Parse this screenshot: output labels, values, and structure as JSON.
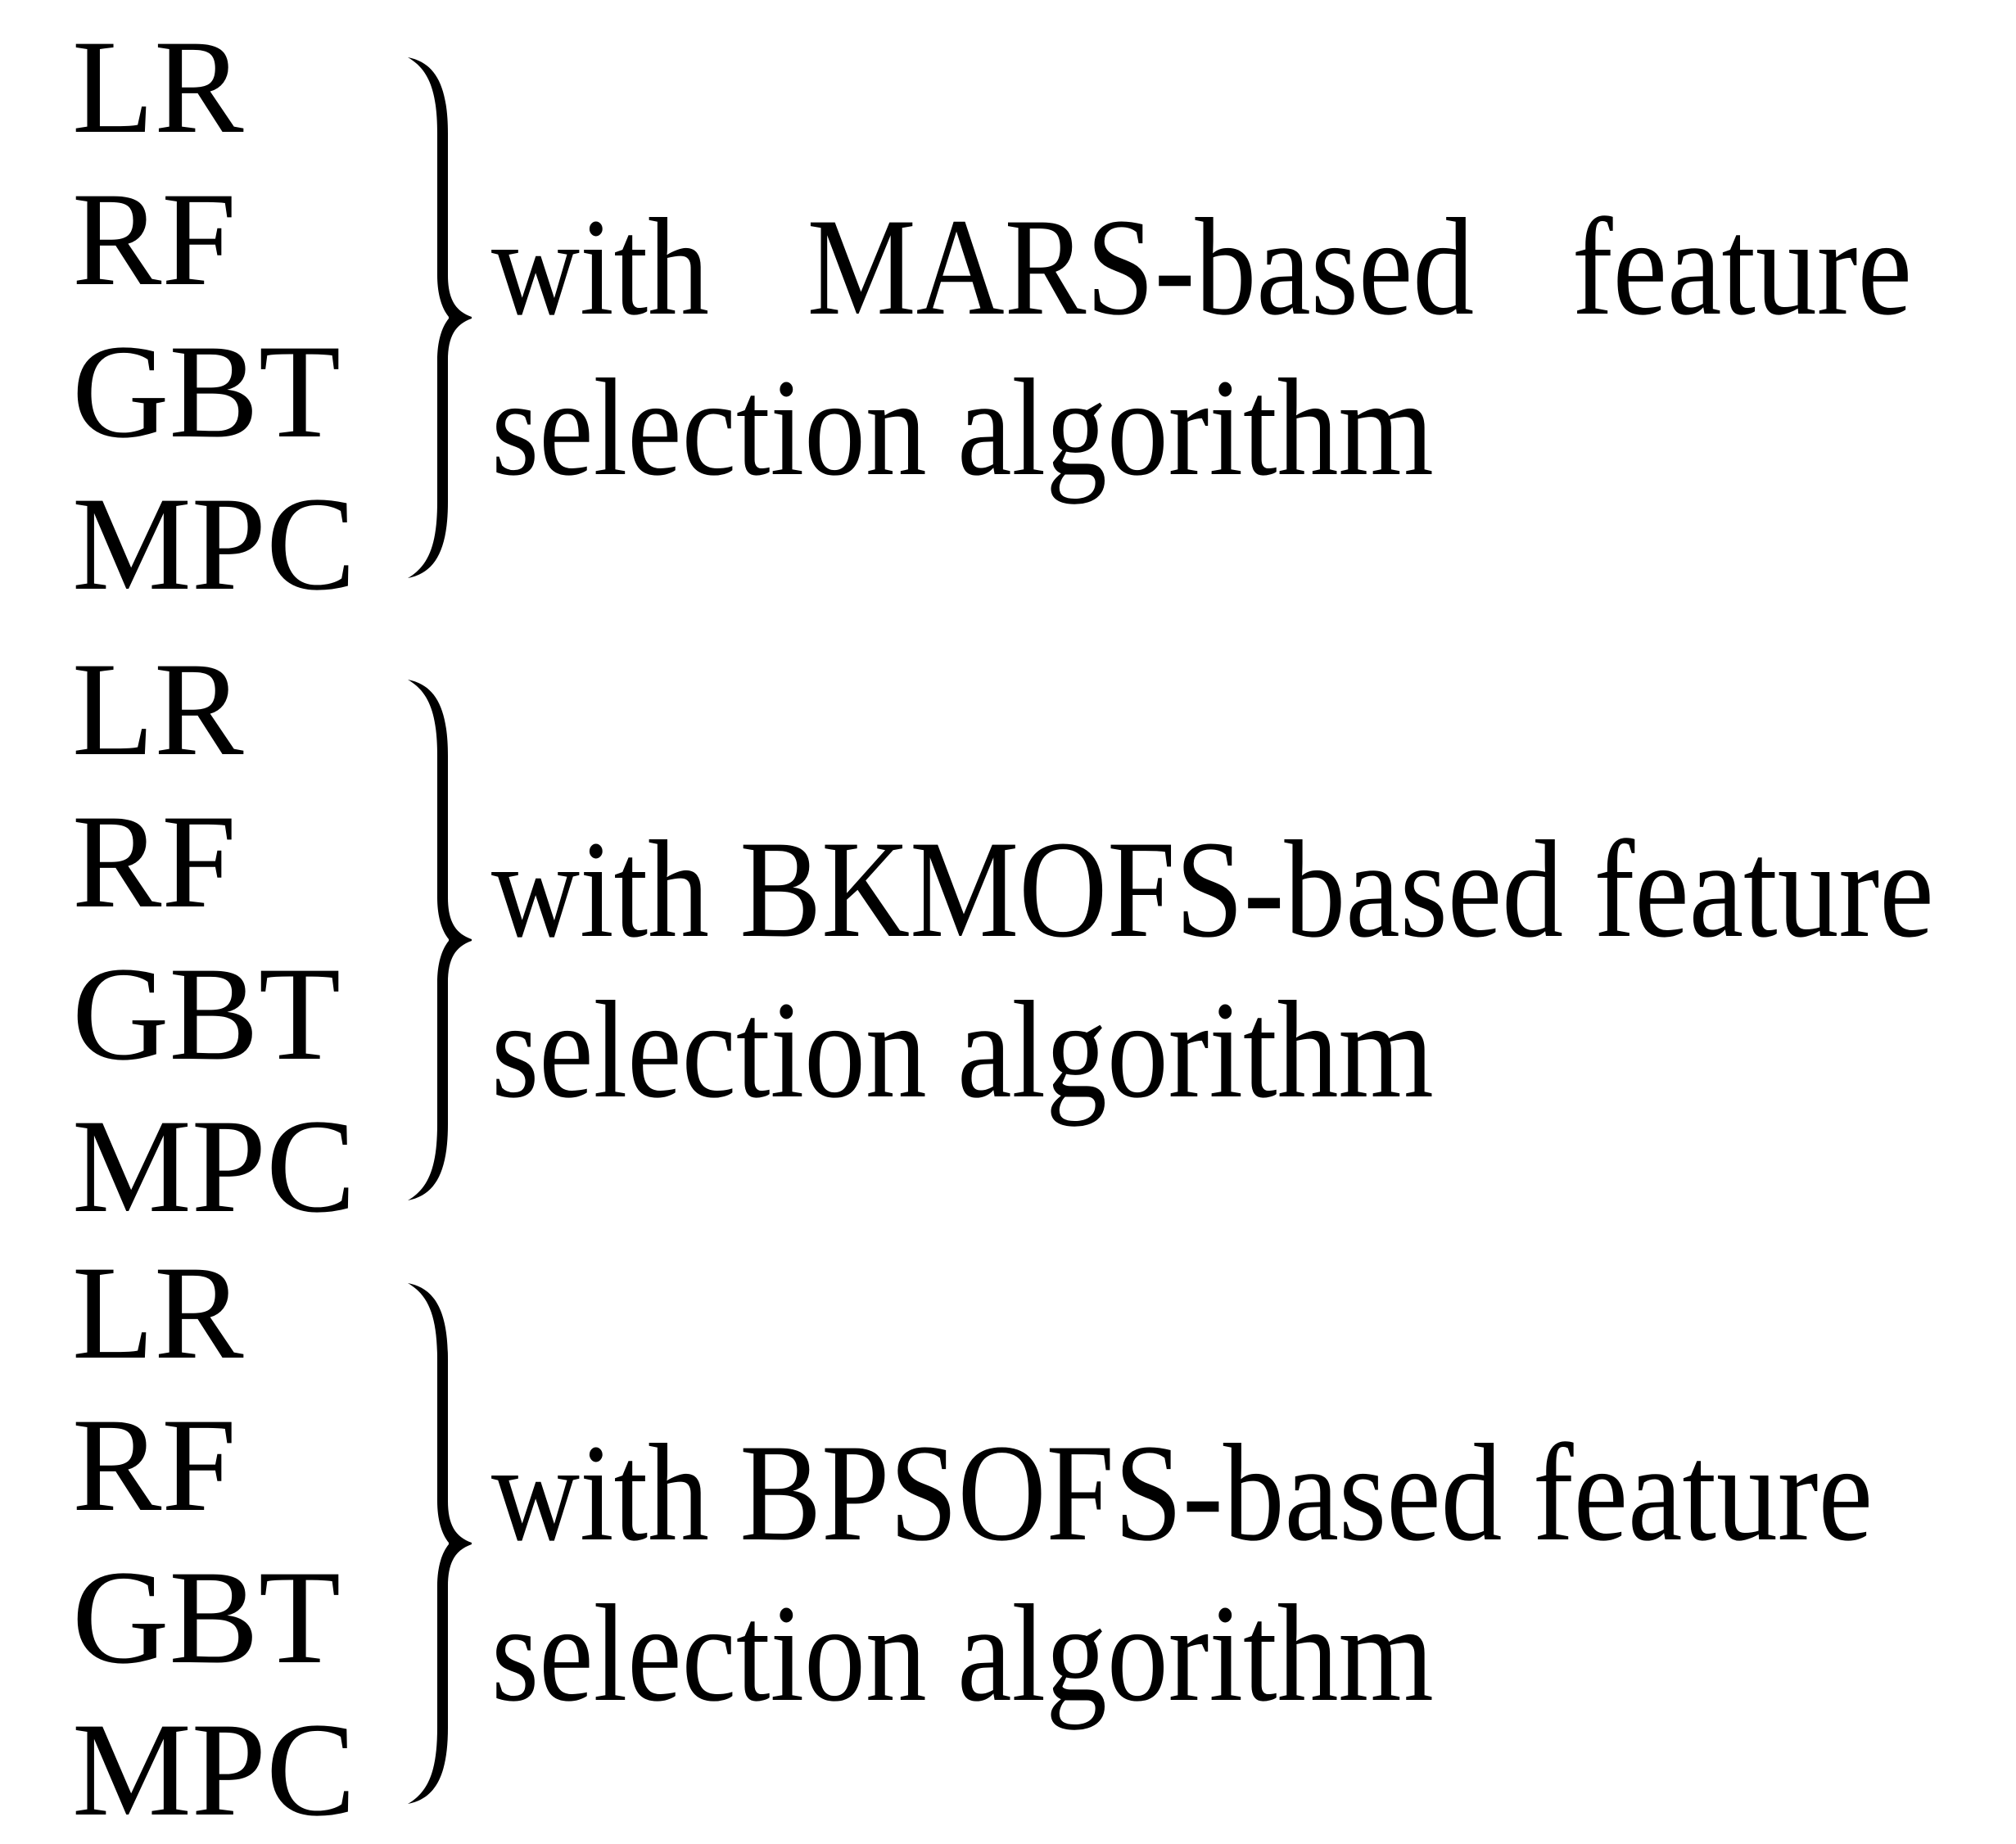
{
  "figure": {
    "background_color": "#ffffff",
    "text_color": "#000000",
    "brace_icon": "curly-brace-right",
    "groups": [
      {
        "models": [
          "LR",
          "RF",
          "GBT",
          "MPC"
        ],
        "description": {
          "line1": "with MARS-based feature",
          "line2": "selection algorithm"
        }
      },
      {
        "models": [
          "LR",
          "RF",
          "GBT",
          "MPC"
        ],
        "description": {
          "line1": "with BKMOFS-based feature",
          "line2": "selection algorithm"
        }
      },
      {
        "models": [
          "LR",
          "RF",
          "GBT",
          "MPC"
        ],
        "description": {
          "line1": "with BPSOFS-based feature",
          "line2": "selection algorithm"
        }
      }
    ]
  }
}
